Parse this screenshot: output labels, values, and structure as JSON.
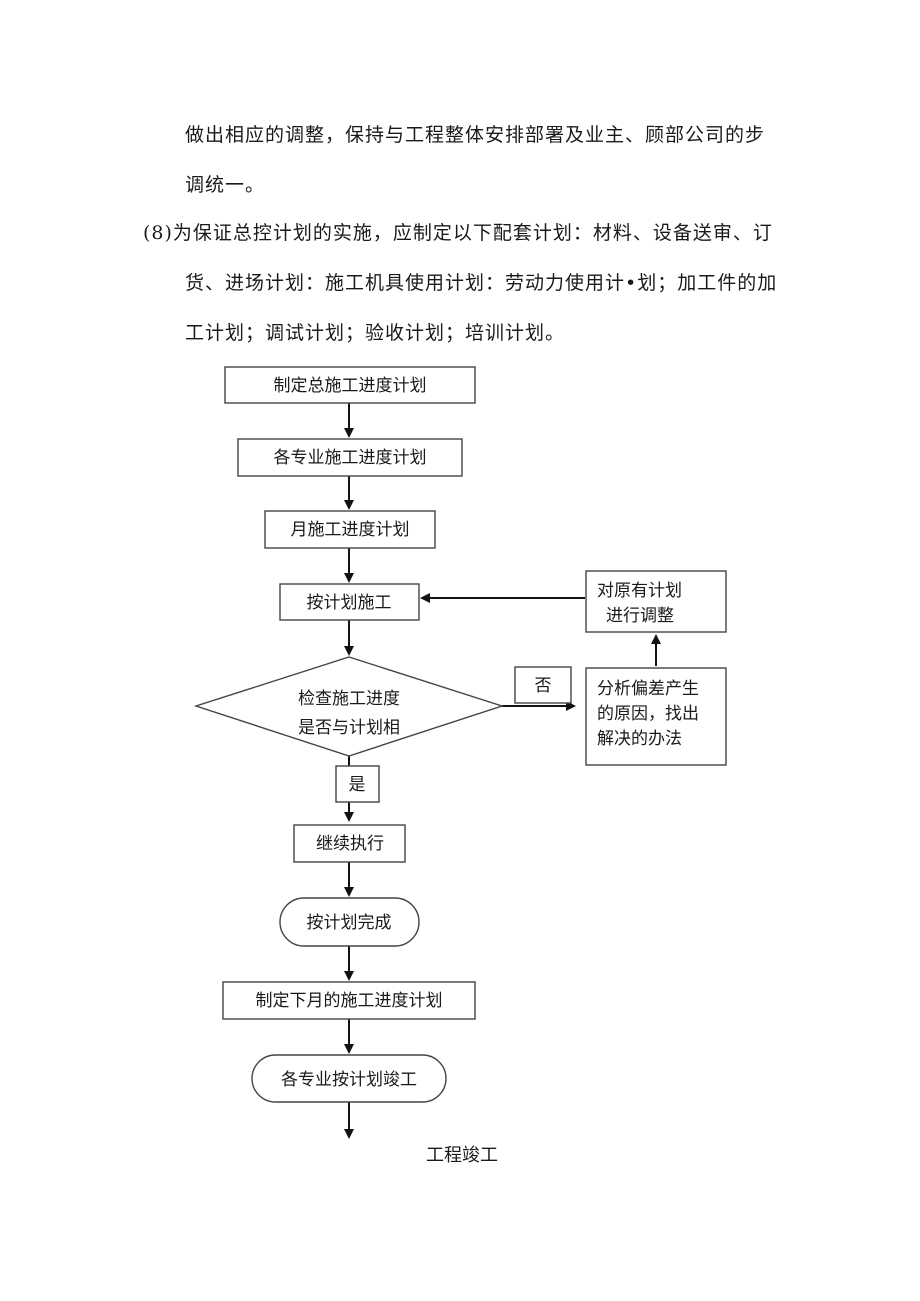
{
  "paragraph": {
    "line1": "做出相应的调整，保持与工程整体安排部署及业主、顾部公司的步",
    "line2": "调统一。",
    "line3": "(8)为保证总控计划的实施，应制定以下配套计划：材料、设备送审、订",
    "line4": "货、进场计划：施工机具使用计划：劳动力使用计•划；加工件的加",
    "line5": "工计划；调试计划；验收计划；培训计划。"
  },
  "flowchart": {
    "step1": "制定总施工进度计划",
    "step2": "各专业施工进度计划",
    "step3": "月施工进度计划",
    "step4": "按计划施工",
    "decision_line1": "检查施工进度",
    "decision_line2": "是否与计划相",
    "no_label": "否",
    "yes_label": "是",
    "analyze_line1": "分析偏差产生",
    "analyze_line2": "的原因，找出",
    "analyze_line3": "解决的办法",
    "adjust_line1": "对原有计划",
    "adjust_line2": "进行调整",
    "step5": "继续执行",
    "step6": "按计划完成",
    "step7": "制定下月的施工进度计划",
    "step8": "各专业按计划竣工",
    "end_label": "工程竣工"
  }
}
